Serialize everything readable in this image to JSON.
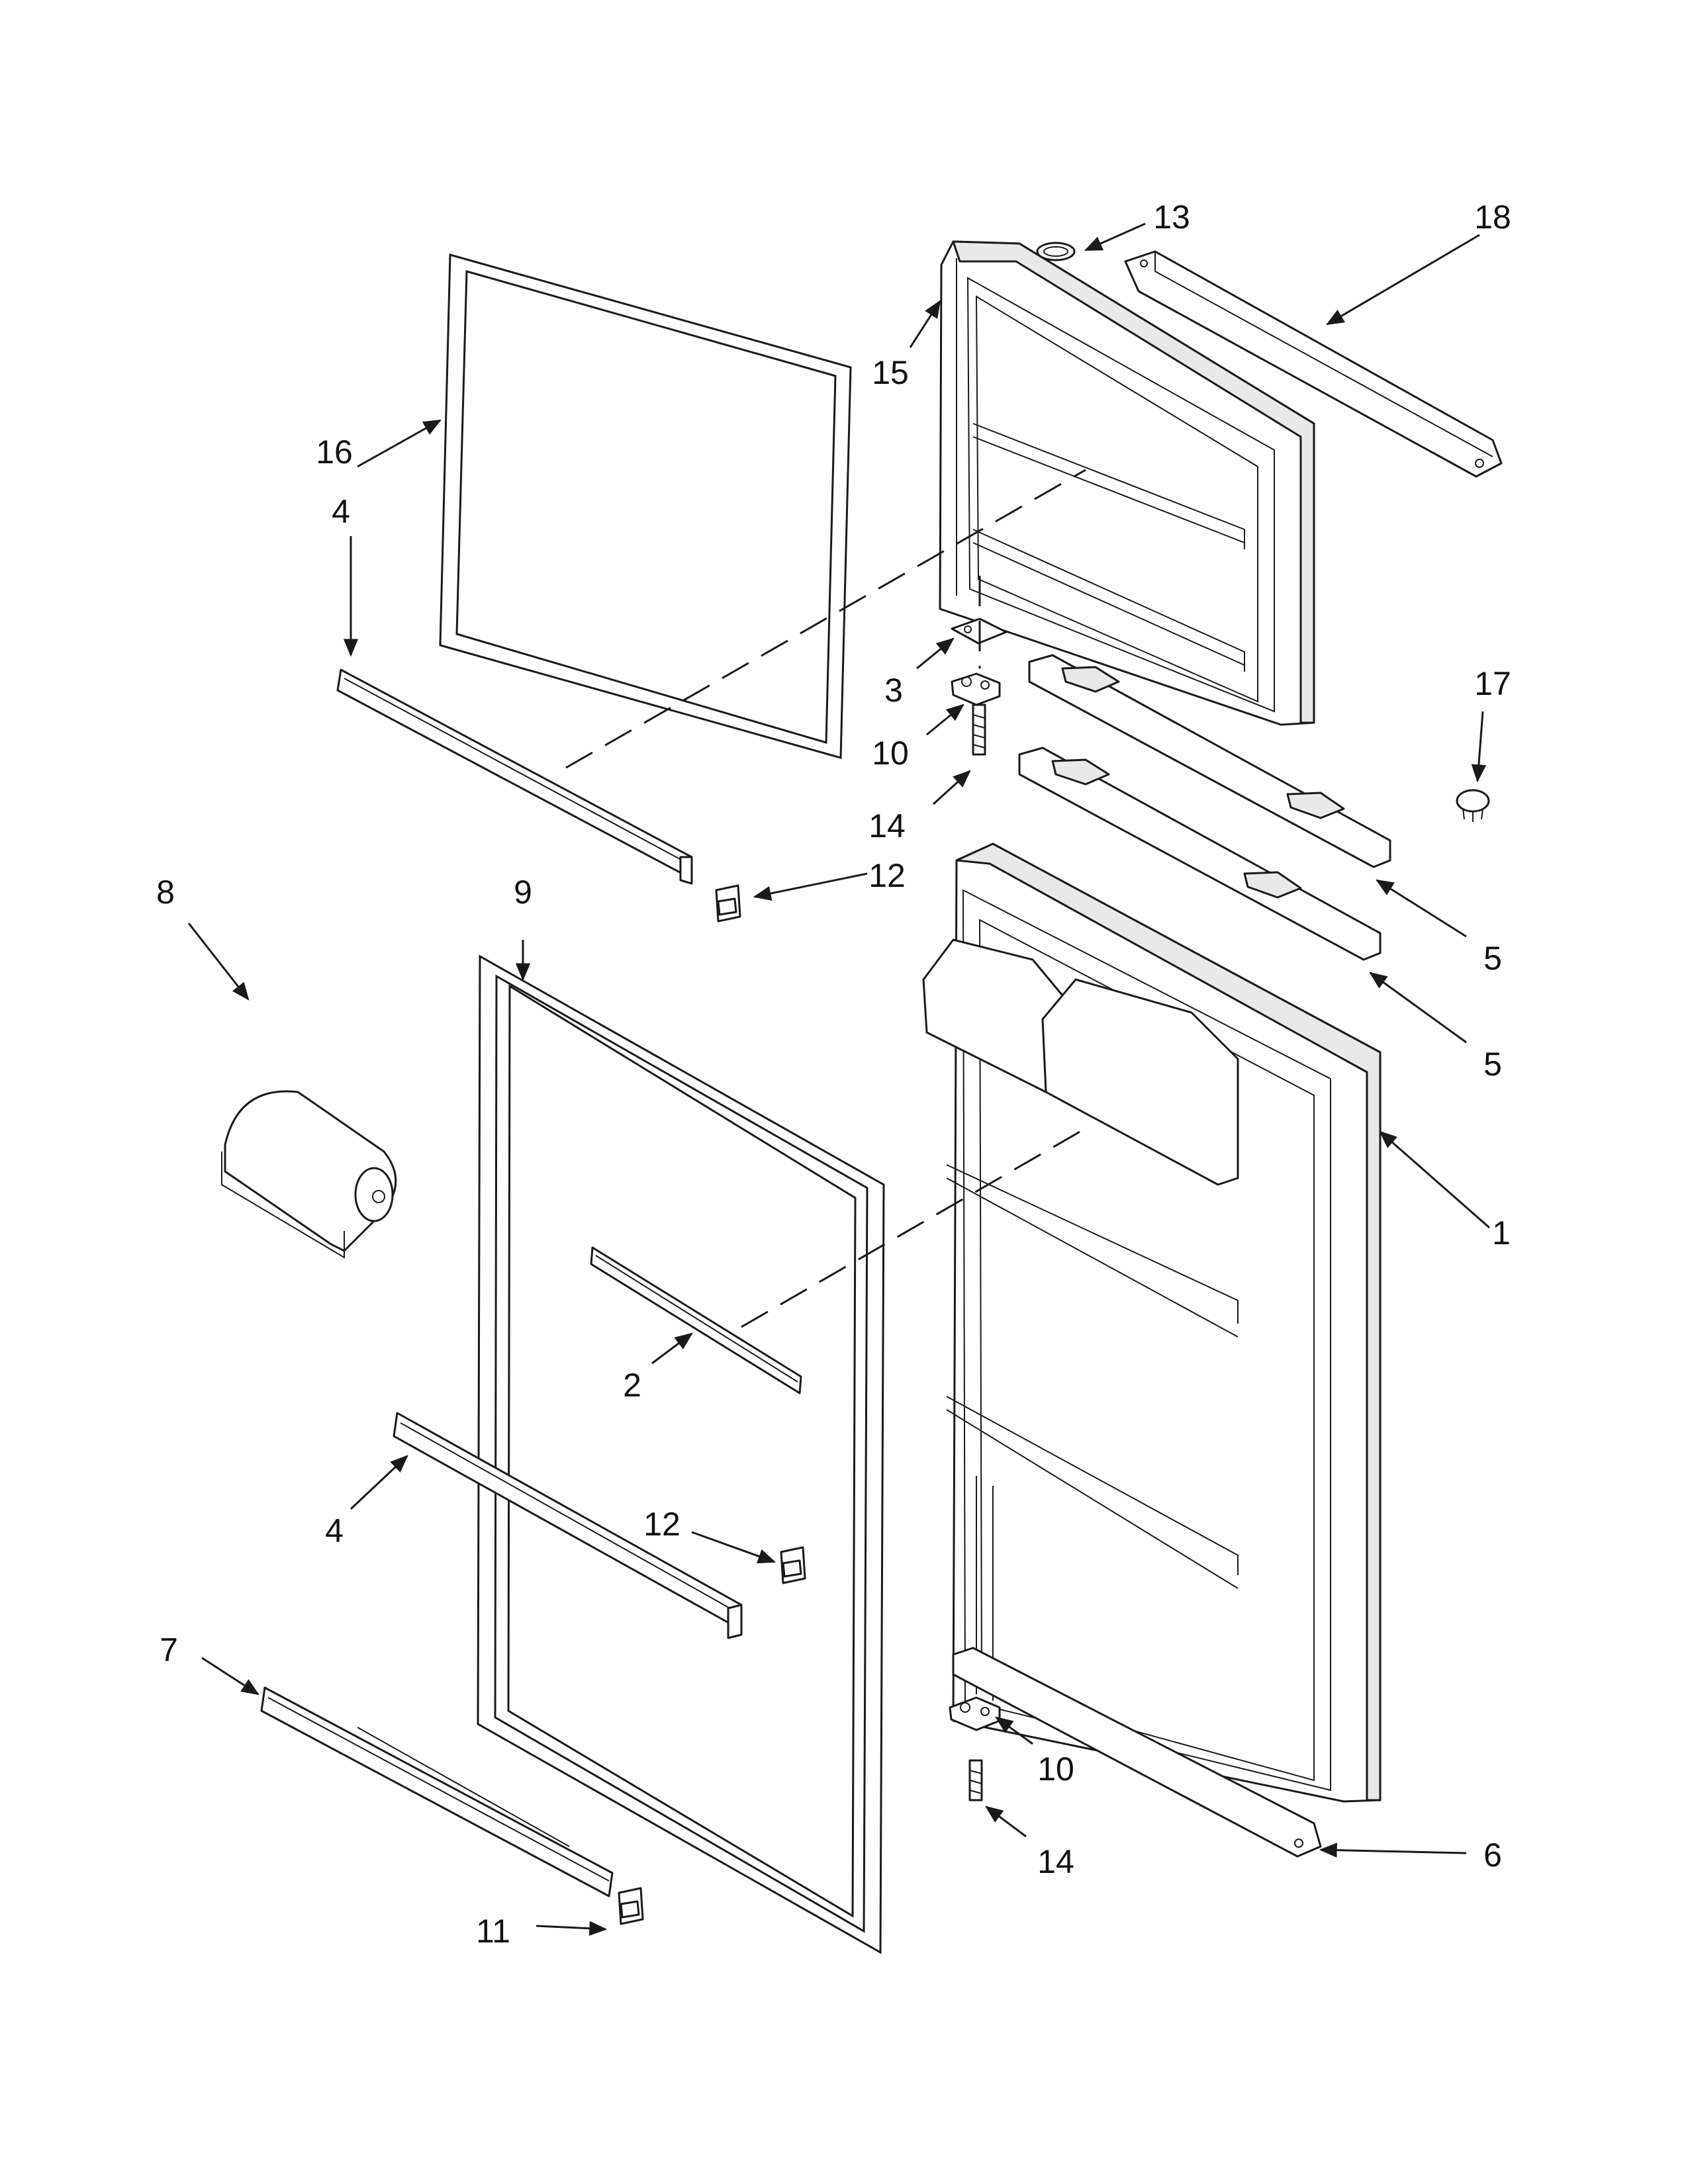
{
  "callouts": [
    {
      "id": "c1",
      "label": "1"
    },
    {
      "id": "c2",
      "label": "2"
    },
    {
      "id": "c3",
      "label": "3"
    },
    {
      "id": "c4a",
      "label": "4"
    },
    {
      "id": "c4b",
      "label": "4"
    },
    {
      "id": "c5a",
      "label": "5"
    },
    {
      "id": "c5b",
      "label": "5"
    },
    {
      "id": "c6",
      "label": "6"
    },
    {
      "id": "c7",
      "label": "7"
    },
    {
      "id": "c8",
      "label": "8"
    },
    {
      "id": "c9",
      "label": "9"
    },
    {
      "id": "c10a",
      "label": "10"
    },
    {
      "id": "c10b",
      "label": "10"
    },
    {
      "id": "c11",
      "label": "11"
    },
    {
      "id": "c12a",
      "label": "12"
    },
    {
      "id": "c12b",
      "label": "12"
    },
    {
      "id": "c13",
      "label": "13"
    },
    {
      "id": "c14a",
      "label": "14"
    },
    {
      "id": "c14b",
      "label": "14"
    },
    {
      "id": "c15",
      "label": "15"
    },
    {
      "id": "c16",
      "label": "16"
    },
    {
      "id": "c17",
      "label": "17"
    },
    {
      "id": "c18",
      "label": "18"
    }
  ]
}
